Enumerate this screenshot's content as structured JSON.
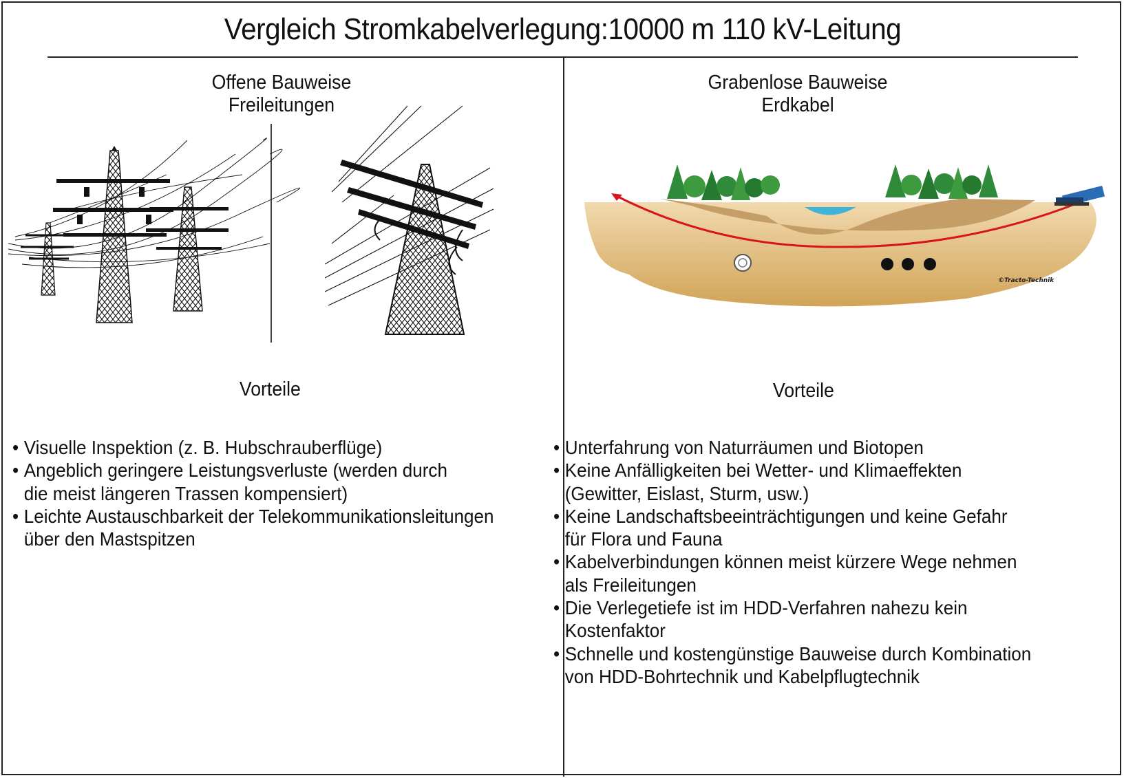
{
  "title": "Vergleich Stromkabelverlegung:10000 m 110 kV-Leitung",
  "left": {
    "heading_line1": "Offene Bauweise",
    "heading_line2": "Freileitungen",
    "vorteile": "Vorteile",
    "items": [
      "Visuelle Inspektion (z. B. Hubschrauberflüge)",
      "Angeblich geringere Leistungsverluste (werden durch\ndie meist längeren Trassen kompensiert)",
      "Leichte Austauschbarkeit der Telekommunikationsleitungen\nüber den Mastspitzen"
    ]
  },
  "right": {
    "heading_line1": "Grabenlose Bauweise",
    "heading_line2": "Erdkabel",
    "vorteile": "Vorteile",
    "credit": "©Tracto-Technik",
    "items": [
      "Unterfahrung von Naturräumen und Biotopen",
      "Keine Anfälligkeiten bei Wetter- und Klimaeffekten\n(Gewitter, Eislast, Sturm, usw.)",
      "Keine Landschaftsbeeinträchtigungen und keine Gefahr\nfür Flora und Fauna",
      "Kabelverbindungen können meist kürzere Wege nehmen\nals Freileitungen",
      "Die Verlegetiefe ist im HDD-Verfahren nahezu kein\nKostenfaktor",
      "Schnelle und kostengünstige Bauweise durch Kombination\nvon HDD-Bohrtechnik und Kabelpflugtechnik"
    ]
  },
  "colors": {
    "soil": "#e6c48c",
    "soil_dark": "#c9a160",
    "tree": "#2f8a3a",
    "water": "#3fb3d8",
    "bore_path": "#d8141a",
    "rig": "#2a6db5"
  },
  "icons": [
    "pylon-icon",
    "drill-rig-icon",
    "cable-conduit-icon"
  ]
}
